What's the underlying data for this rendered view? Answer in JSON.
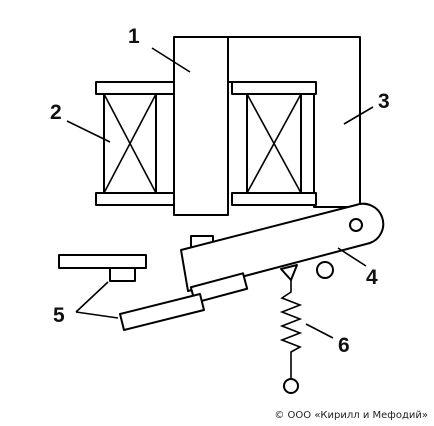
{
  "labels": {
    "part_1": "1",
    "part_2": "2",
    "part_3": "3",
    "part_4": "4",
    "part_5": "5",
    "part_6": "6"
  },
  "copyright": "© ООО «Кирилл и Мефодий»",
  "colors": {
    "stroke": "#000000",
    "fill": "#ffffff",
    "text": "#111111"
  }
}
